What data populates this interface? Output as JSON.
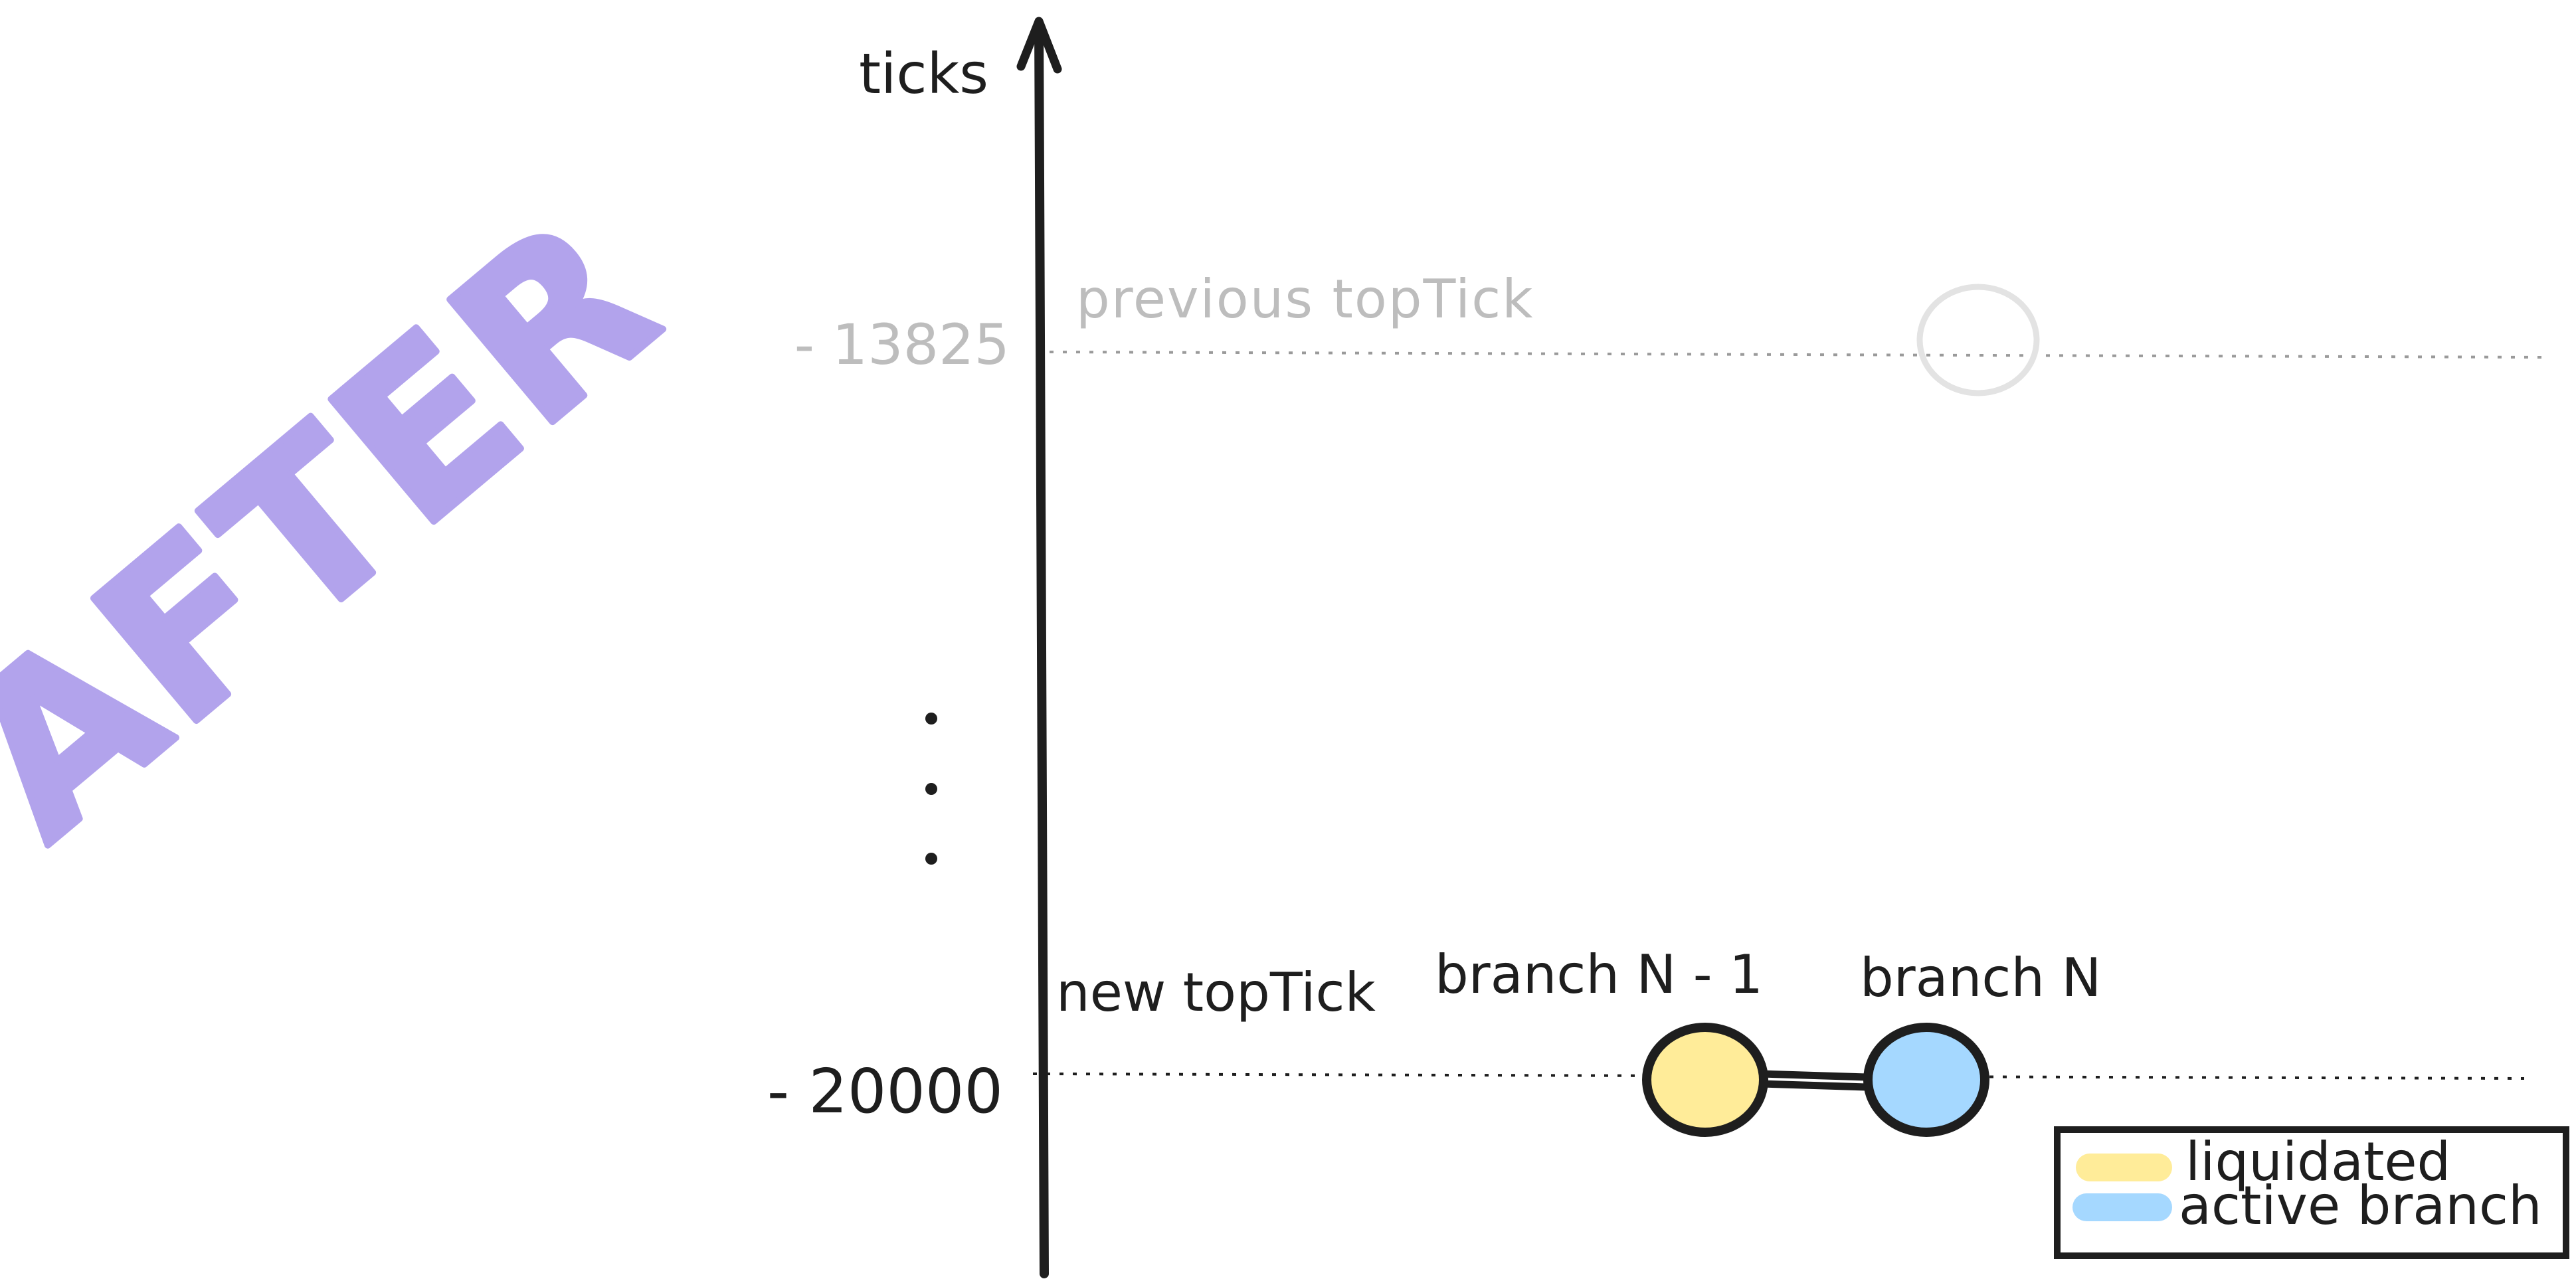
{
  "title_text": "AFTER",
  "axis": {
    "label": "ticks"
  },
  "levels": {
    "previous": {
      "tick_label": "- 13825",
      "caption": "previous topTick"
    },
    "current": {
      "tick_label": "- 20000",
      "caption": "new topTick"
    },
    "ellipsis": "…"
  },
  "branches": [
    {
      "label": "branch N - 1",
      "state": "liquidated"
    },
    {
      "label": "branch N",
      "state": "active branch"
    }
  ],
  "legend": {
    "items": [
      {
        "label": "liquidated",
        "color": "#ffec99"
      },
      {
        "label": "active branch",
        "color": "#a5d8ff"
      }
    ]
  },
  "colors": {
    "ink": "#1e1e1e",
    "faded": "#bdbdbd",
    "faded_circle": "#e3e3e3",
    "title": "#b2a3ec",
    "liquidated": "#ffec99",
    "active": "#a5d8ff"
  }
}
